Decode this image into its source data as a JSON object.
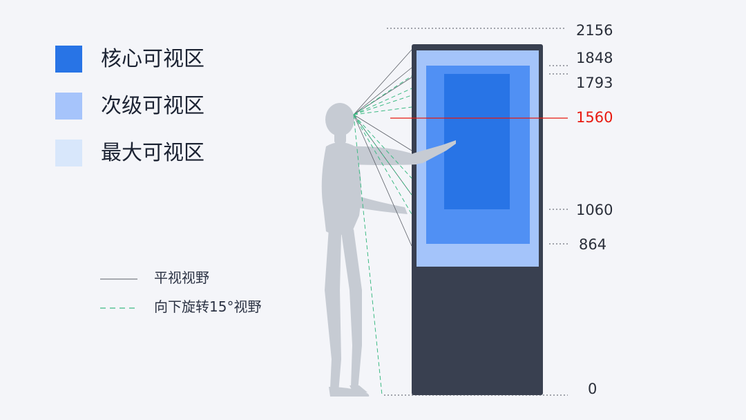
{
  "legend": {
    "zones": [
      {
        "label": "核心可视区",
        "color": "#2874e6"
      },
      {
        "label": "次级可视区",
        "color": "#a6c4fb"
      },
      {
        "label": "最大可视区",
        "color": "#d8e7fb"
      }
    ],
    "lines": [
      {
        "label": "平视视野",
        "color": "#5a5e66",
        "style": "solid"
      },
      {
        "label": "向下旋转15°视野",
        "color": "#3dba84",
        "style": "dashed"
      }
    ]
  },
  "height_markers": {
    "values": [
      "2156",
      "1848",
      "1793",
      "1560",
      "1060",
      "864",
      "0"
    ],
    "highlight": "1560",
    "highlight_color": "#e8190f"
  },
  "colors": {
    "kiosk_body": "#394050",
    "max_zone": "#a4c4fa",
    "secondary_zone": "#5090f4",
    "core_zone": "#2874e6",
    "human": "#c6cbd3"
  }
}
